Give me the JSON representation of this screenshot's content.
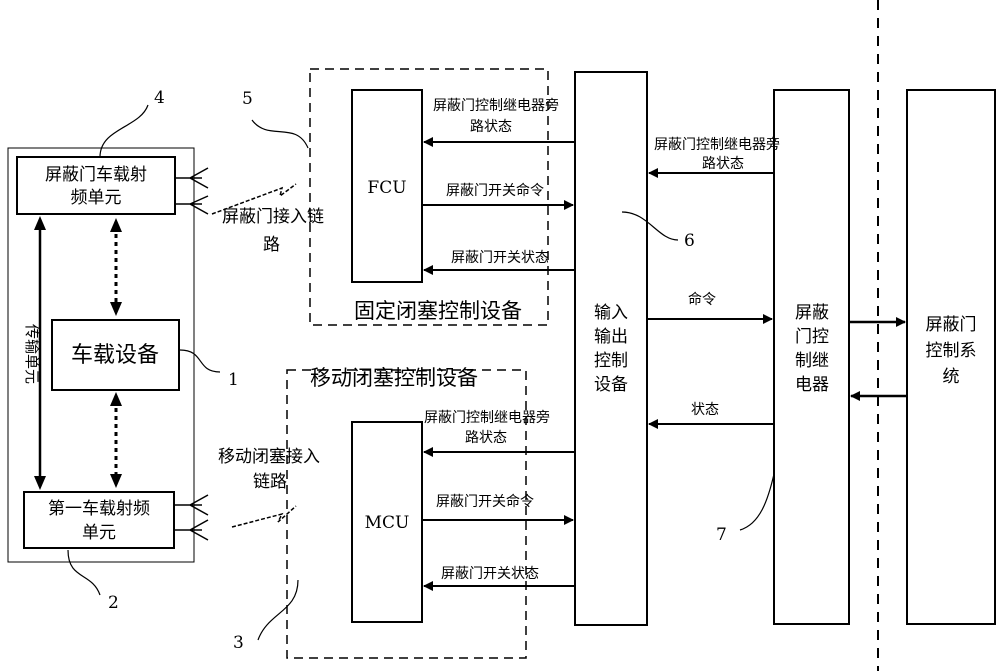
{
  "labels": {
    "rf_unit_top_l1": "屏蔽门车载射",
    "rf_unit_top_l2": "频单元",
    "vehicle_equipment": "车载设备",
    "rf_unit_first_l1": "第一车载射频",
    "rf_unit_first_l2": "单元",
    "transmission_unit": "传输单元",
    "fcu": "FCU",
    "mcu": "MCU",
    "fixed_block_control": "固定闭塞控制设备",
    "mobile_block_control": "移动闭塞控制设备",
    "psd_access_link_l1": "屏蔽门接入链",
    "psd_access_link_l2": "路",
    "mobile_access_link_l1": "移动闭塞接入",
    "mobile_access_link_l2": "链路",
    "io_device_l1": "输入",
    "io_device_l2": "输出",
    "io_device_l3": "控制",
    "io_device_l4": "设备",
    "psd_relay_l1": "屏蔽",
    "psd_relay_l2": "门控",
    "psd_relay_l3": "制继",
    "psd_relay_l4": "电器",
    "psd_system_l1": "屏蔽门",
    "psd_system_l2": "控制系",
    "psd_system_l3": "统",
    "bypass_fcu_l1": "屏蔽门控制继电器旁",
    "bypass_fcu_l2": "路状态",
    "bypass_relay_l1": "屏蔽门控制继电器旁",
    "bypass_relay_l2": "路状态",
    "bypass_mcu_l1": "屏蔽门控制继电器旁",
    "bypass_mcu_l2": "路状态",
    "cmd_fcu": "屏蔽门开关命令",
    "status_fcu": "屏蔽门开关状态",
    "cmd_mcu": "屏蔽门开关命令",
    "status_mcu": "屏蔽门开关状态",
    "command": "命令",
    "status": "状态"
  },
  "refs": {
    "r1": "1",
    "r2": "2",
    "r3": "3",
    "r4": "4",
    "r5": "5",
    "r6": "6",
    "r7": "7"
  }
}
